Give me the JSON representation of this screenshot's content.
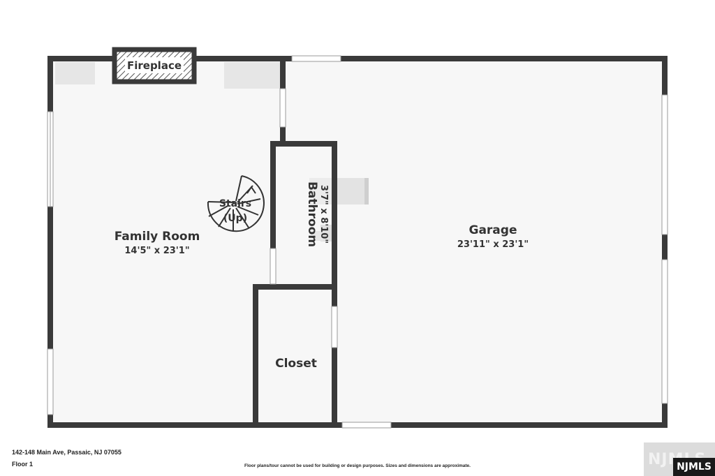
{
  "plan": {
    "fireplace_label": "Fireplace",
    "stairs_line1": "Stairs",
    "stairs_line2": "(Up)",
    "rooms": [
      {
        "name": "Family Room",
        "dims": "14'5\" x 23'1\""
      },
      {
        "name": "Garage",
        "dims": "23'11\" x 23'1\""
      },
      {
        "name": "Bathroom",
        "dims": "3'7\" x 8'10\""
      },
      {
        "name": "Closet",
        "dims": ""
      }
    ]
  },
  "footer": {
    "address": "142-148 Main Ave, Passaic, NJ 07055",
    "floor": "Floor 1",
    "disclaimer": "Floor plans/tour cannot be used for building or design purposes. Sizes and dimensions are approximate.",
    "logo_text": "NJMLS",
    "logo_ghost": "NJMLS"
  },
  "colors": {
    "wall": "#3a3a3a",
    "floor": "#f7f7f7",
    "fixture": "#e5e5e5"
  }
}
